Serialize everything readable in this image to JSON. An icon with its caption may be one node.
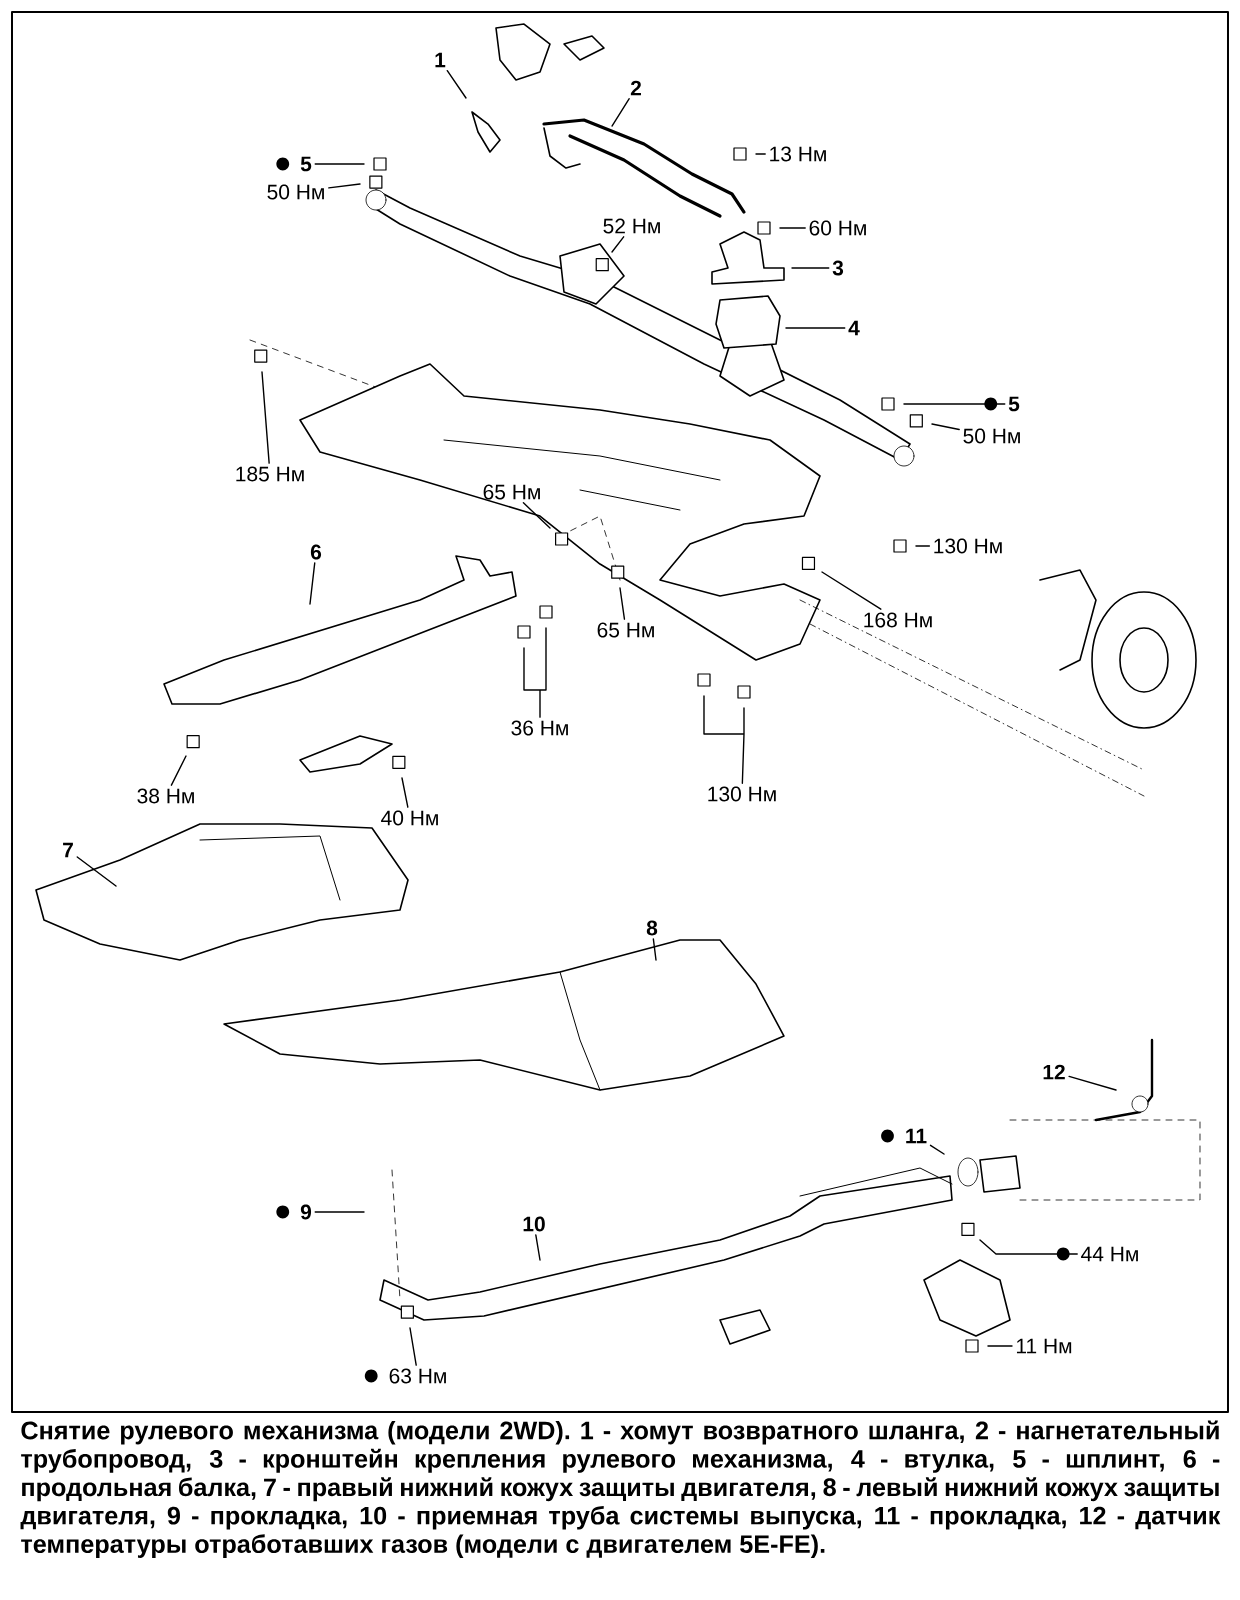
{
  "diagram": {
    "caption": "Снятие рулевого механизма (модели 2WD). 1 - хомут возвратного шланга, 2 - нагнетательный трубопровод, 3 - кронштейн крепления рулевого механизма, 4 - втулка, 5 - шплинт, 6 - продольная балка, 7 - правый нижний кожух защиты двигателя, 8 - левый нижний кожух защиты двигателя, 9 - прокладка, 10 - приемная труба системы выпуска, 11 - прокладка, 12 - датчик температуры отработавших газов (модели с двигателем 5E-FE).",
    "nodes": [
      {
        "text": [
          "1"
        ]
      },
      {
        "text": [
          "2"
        ]
      },
      {
        "text": [
          "5"
        ]
      },
      {
        "text": [
          "50 Нм"
        ]
      },
      {
        "text": [
          "13 Нм"
        ]
      },
      {
        "text": [
          "52 Нм"
        ]
      },
      {
        "text": [
          "60 Нм"
        ]
      },
      {
        "text": [
          "3"
        ]
      },
      {
        "text": [
          "4"
        ]
      },
      {
        "text": [
          "5"
        ]
      },
      {
        "text": [
          "50 Нм"
        ]
      },
      {
        "text": [
          "185 Нм"
        ]
      },
      {
        "text": [
          "65 Нм"
        ]
      },
      {
        "text": [
          "65 Нм"
        ]
      },
      {
        "text": [
          "130 Нм"
        ]
      },
      {
        "text": [
          "6"
        ]
      },
      {
        "text": [
          "168 Нм"
        ]
      },
      {
        "text": [
          "36 Нм"
        ]
      },
      {
        "text": [
          "38 Нм"
        ]
      },
      {
        "text": [
          "40 Нм"
        ]
      },
      {
        "text": [
          "130 Нм"
        ]
      },
      {
        "text": [
          "7"
        ]
      },
      {
        "text": [
          "8"
        ]
      },
      {
        "text": [
          "12"
        ]
      },
      {
        "text": [
          "11"
        ]
      },
      {
        "text": [
          "9"
        ]
      },
      {
        "text": [
          "10"
        ]
      },
      {
        "text": [
          "44 Нм"
        ]
      },
      {
        "text": [
          "63 Нм"
        ]
      },
      {
        "text": [
          "11 Нм"
        ]
      }
    ],
    "edges": [
      {
        "from": 0,
        "to": null,
        "arrow": "none"
      },
      {
        "from": 1,
        "to": null,
        "arrow": "none"
      },
      {
        "from": 2,
        "to": null,
        "arrow": "none"
      },
      {
        "from": 3,
        "to": null,
        "arrow": "none"
      },
      {
        "from": 4,
        "to": null,
        "arrow": "none"
      },
      {
        "from": 5,
        "to": null,
        "arrow": "none"
      },
      {
        "from": 6,
        "to": null,
        "arrow": "none"
      },
      {
        "from": 7,
        "to": null,
        "arrow": "none"
      },
      {
        "from": 8,
        "to": null,
        "arrow": "none"
      },
      {
        "from": 9,
        "to": null,
        "arrow": "none"
      },
      {
        "from": 10,
        "to": null,
        "arrow": "none"
      },
      {
        "from": 11,
        "to": null,
        "arrow": "none"
      },
      {
        "from": 12,
        "to": null,
        "arrow": "none"
      },
      {
        "from": 13,
        "to": null,
        "arrow": "none"
      },
      {
        "from": 14,
        "to": null,
        "arrow": "none"
      },
      {
        "from": 15,
        "to": null,
        "arrow": "none"
      },
      {
        "from": 16,
        "to": null,
        "arrow": "none"
      },
      {
        "from": 17,
        "to": null,
        "arrow": "none"
      },
      {
        "from": 18,
        "to": null,
        "arrow": "none"
      },
      {
        "from": 19,
        "to": null,
        "arrow": "none"
      },
      {
        "from": 20,
        "to": null,
        "arrow": "none"
      },
      {
        "from": 21,
        "to": null,
        "arrow": "none"
      },
      {
        "from": 22,
        "to": null,
        "arrow": "none"
      },
      {
        "from": 23,
        "to": null,
        "arrow": "none"
      },
      {
        "from": 24,
        "to": null,
        "arrow": "none"
      },
      {
        "from": 25,
        "to": null,
        "arrow": "none"
      },
      {
        "from": 26,
        "to": null,
        "arrow": "none"
      },
      {
        "from": 27,
        "to": null,
        "arrow": "none"
      },
      {
        "from": 28,
        "to": null,
        "arrow": "none"
      },
      {
        "from": 29,
        "to": null,
        "arrow": "none"
      }
    ]
  }
}
